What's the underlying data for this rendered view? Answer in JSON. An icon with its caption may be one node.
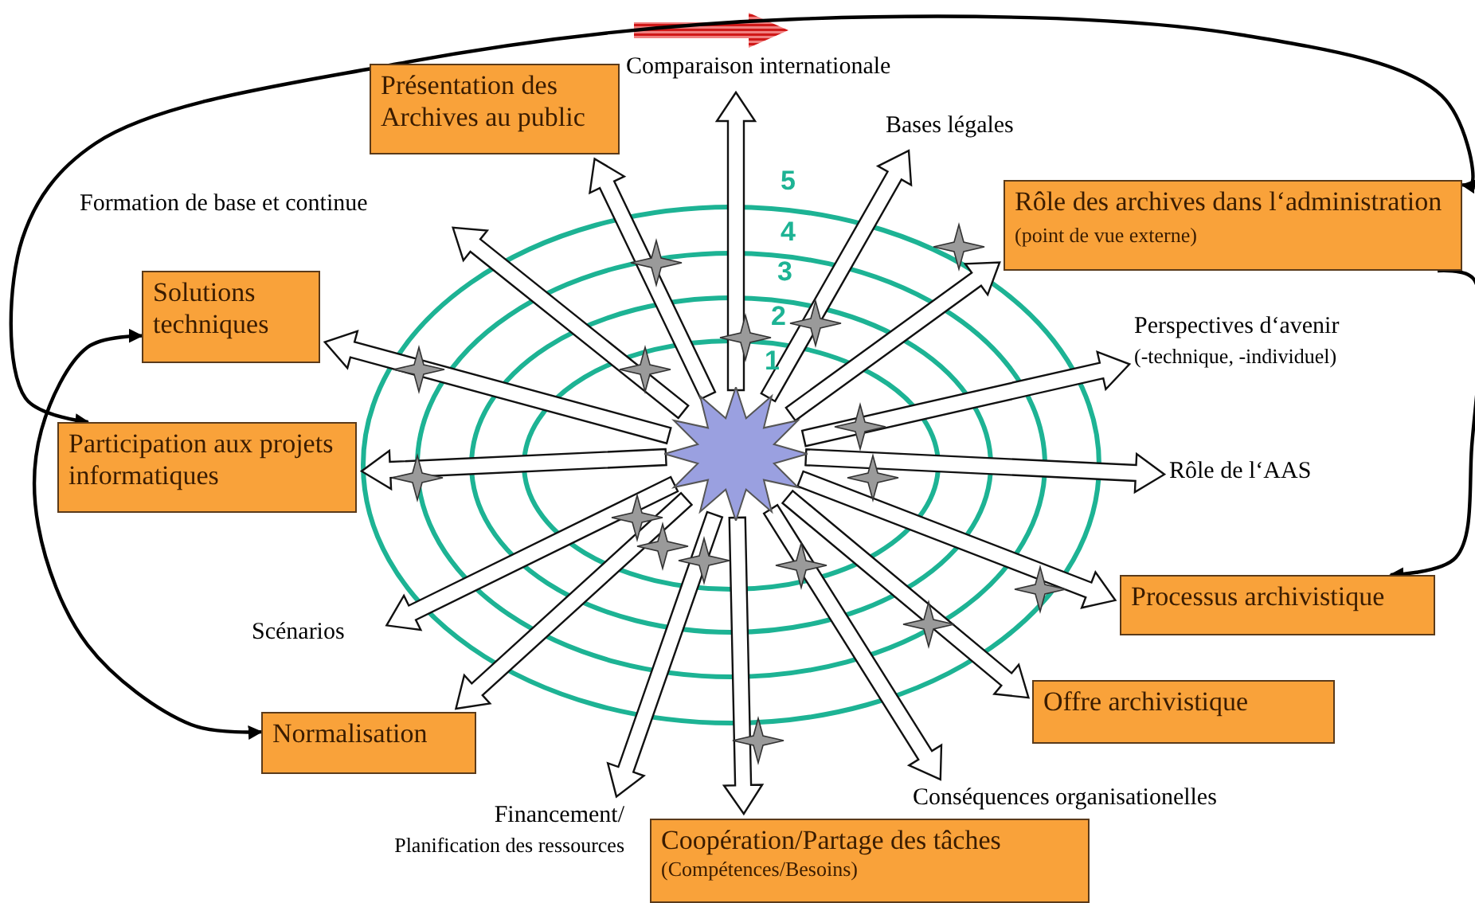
{
  "diagram": {
    "nodes": [
      {
        "text": [],
        "shape": "star"
      },
      {
        "text": [
          "Comparaison internationale"
        ]
      },
      {
        "text": [
          "Présentation des Archives au public"
        ]
      },
      {
        "text": [
          "Bases légales"
        ]
      },
      {
        "text": [
          "Formation de base et continue"
        ]
      },
      {
        "text": [
          "Rôle des archives dans l‘administration",
          "(point de vue externe)"
        ]
      },
      {
        "text": [
          "Solutions techniques"
        ]
      },
      {
        "text": [
          "Perspectives d‘avenir",
          "(-technique, -individuel)"
        ]
      },
      {
        "text": [
          "Participation aux projets informatiques"
        ]
      },
      {
        "text": [
          "Rôle de l‘AAS"
        ]
      },
      {
        "text": [
          "Scénarios"
        ]
      },
      {
        "text": [
          "Processus archivistique"
        ]
      },
      {
        "text": [
          "Normalisation"
        ]
      },
      {
        "text": [
          "Offre archivistique"
        ]
      },
      {
        "text": [
          "Financement/",
          "Planification des ressources"
        ]
      },
      {
        "text": [
          "Conséquences organisationelles"
        ]
      },
      {
        "text": [
          "Coopération/Partage des tâches",
          "(Compétences/Besoins)"
        ]
      }
    ],
    "edges": [
      {
        "from": 0,
        "to": 1,
        "arrow": "to",
        "style": "thick"
      },
      {
        "from": 0,
        "to": 2,
        "arrow": "to",
        "style": "thick"
      },
      {
        "from": 0,
        "to": 3,
        "arrow": "to",
        "style": "thick"
      },
      {
        "from": 0,
        "to": 4,
        "arrow": "to",
        "style": "thick"
      },
      {
        "from": 0,
        "to": 5,
        "arrow": "to",
        "style": "thick"
      },
      {
        "from": 0,
        "to": 6,
        "arrow": "to",
        "style": "thick"
      },
      {
        "from": 0,
        "to": 7,
        "arrow": "to",
        "style": "thick"
      },
      {
        "from": 0,
        "to": 8,
        "arrow": "to",
        "style": "thick"
      },
      {
        "from": 0,
        "to": 9,
        "arrow": "to",
        "style": "thick"
      },
      {
        "from": 0,
        "to": 10,
        "arrow": "to",
        "style": "thick"
      },
      {
        "from": 0,
        "to": 11,
        "arrow": "to",
        "style": "thick"
      },
      {
        "from": 0,
        "to": 12,
        "arrow": "to",
        "style": "thick"
      },
      {
        "from": 0,
        "to": 13,
        "arrow": "to",
        "style": "thick"
      },
      {
        "from": 0,
        "to": 14,
        "arrow": "to",
        "style": "thick"
      },
      {
        "from": 0,
        "to": 15,
        "arrow": "to",
        "style": "thick"
      },
      {
        "from": 0,
        "to": 16,
        "arrow": "to",
        "style": "thick"
      },
      {
        "from": 8,
        "to": 5,
        "arrow": "both"
      },
      {
        "from": 5,
        "to": 11,
        "arrow": "to"
      },
      {
        "from": 6,
        "to": 12,
        "arrow": "both"
      }
    ],
    "labels": [
      "5",
      "4",
      "3",
      "2",
      "1"
    ]
  }
}
